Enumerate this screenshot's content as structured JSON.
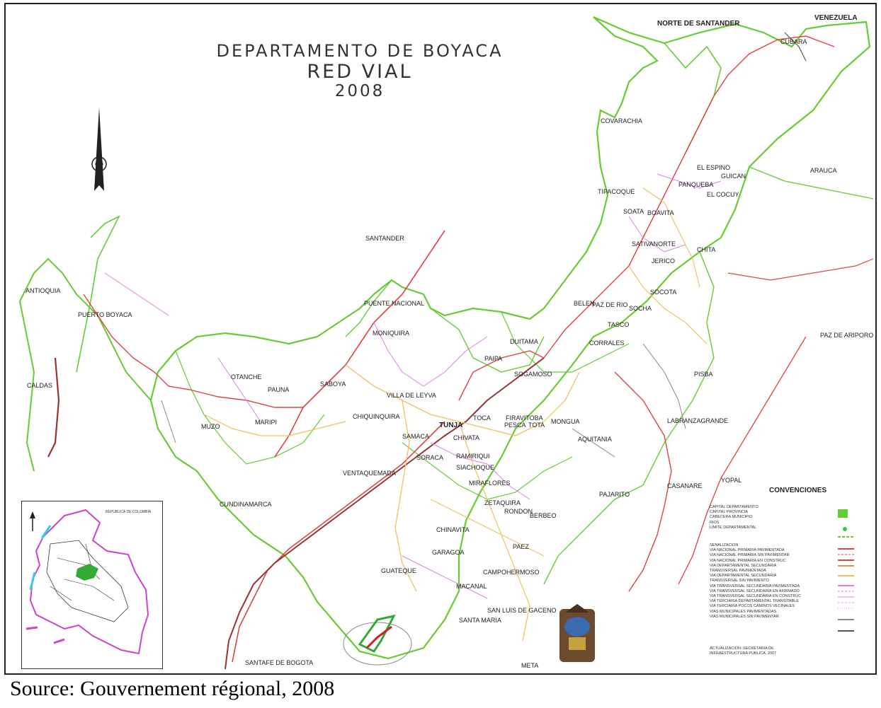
{
  "title": {
    "line1": "DEPARTAMENTO DE BOYACA",
    "line2": "RED VIAL",
    "line3": "2008"
  },
  "neighbors": {
    "north_santander": "NORTE DE SANTANDER",
    "venezuela": "VENEZUELA",
    "santander": "SANTANDER",
    "arauca": "ARAUCA",
    "antioquia": "ANTIOQUIA",
    "caldas": "CALDAS",
    "cundinamarca": "CUNDINAMARCA",
    "casanare": "CASANARE",
    "santafe": "SANTAFE DE BOGOTA",
    "meta": "META",
    "paz_ariporo": "PAZ DE ARIPORO",
    "yopal": "YOPAL"
  },
  "towns": {
    "cubara": "CUBARA",
    "guican": "GUICAN",
    "cocuy": "EL COCUY",
    "espino": "EL ESPINO",
    "panqueba": "PANQUEBA",
    "chita": "CHITA",
    "socota": "SOCOTA",
    "soata": "SOATA",
    "boavita": "BOAVITA",
    "covarachia": "COVARACHIA",
    "tipacoque": "TIPACOQUE",
    "jerico": "JERICO",
    "sativanorte": "SATIVANORTE",
    "belen": "BELEN",
    "paz_rio": "PAZ DE RIO",
    "socha": "SOCHA",
    "tasco": "TASCO",
    "corrales": "CORRALES",
    "duitama": "DUITAMA",
    "sogamoso": "SOGAMOSO",
    "paipa": "PAIPA",
    "tunja": "TUNJA",
    "chiquinquira": "CHIQUINQUIRA",
    "moniquira": "MONIQUIRA",
    "villa_leyva": "VILLA DE LEYVA",
    "ramiriqui": "RAMIRIQUI",
    "miraflores": "MIRAFLORES",
    "garagoa": "GARAGOA",
    "guateque": "GUATEQUE",
    "chinavita": "CHINAVITA",
    "macanal": "MACANAL",
    "santa_maria": "SANTA MARIA",
    "san_luis": "SAN LUIS DE GACENO",
    "campohermoso": "CAMPOHERMOSO",
    "paez": "PAEZ",
    "pajarito": "PAJARITO",
    "labranzagrande": "LABRANZAGRANDE",
    "pisba": "PISBA",
    "aquitania": "AQUITANIA",
    "otanche": "OTANCHE",
    "pauna": "PAUNA",
    "maripi": "MARIPI",
    "muzo": "MUZO",
    "puerto_boyaca": "PUERTO BOYACA",
    "saboya": "SABOYA",
    "puente_nacional": "PUENTE NACIONAL",
    "ventaquemada": "VENTAQUEMADA",
    "samaca": "SAMACA",
    "toca": "TOCA",
    "firavitoba": "FIRAVITOBA",
    "mongua": "MONGUA",
    "tota": "TOTA",
    "pesca": "PESCA",
    "zetaquira": "ZETAQUIRA",
    "berbeo": "BERBEO",
    "rondon": "RONDON",
    "chivata": "CHIVATA",
    "siachoque": "SIACHOQUE",
    "soraca": "SORACA"
  },
  "legend": {
    "title": "CONVENCIONES",
    "symbols": [
      "CAPITAL DEPARTAMENTO",
      "CAPITAL PROVINCIA",
      "CABECERA MUNICIPIO",
      "RIOS",
      "LIMITE DEPARTAMENTAL"
    ],
    "roads": [
      "SEÑALIZACION",
      "VIA NACIONAL PRIMARIA PAVIMENTADA",
      "VIA NACIONAL PRIMARIA SIN PAVIMENTAR",
      "VIA NACIONAL PRIMARIA EN CONSTRUC",
      "VIA DEPARTAMENTAL SECUNDARIA",
      "TRANSVERSAL PAVIMENTADA",
      "VIA DEPARTAMENTAL SECUNDARIA",
      "TRANSVERSAL SIN PAVIMENTO",
      "VIA TRANSVERSAL SECUNDARIA PAVIMENTADA",
      "VIA TRANSVERSAL SECUNDARIA EN AFIRMADO",
      "VIA TRANSVERSAL SECUNDARIA EN CONSTRUC",
      "VIA TERCIARIA DEPARTAMENTAL TRANSITABLE",
      "VIA TERCIARIA POCOS CAMINOS VECINALES",
      "VIAS MUNICIPALES PAVIMENTADAS",
      "VIAS MUNICIPALES SIN PAVIMENTAR"
    ],
    "note": "ACTUALIZACION: SECRETARIA DE INFRAESTRUCTURA PUBLICA, 2007"
  },
  "inset": {
    "caption": "REPUBLICA DE COLOMBIA"
  },
  "source": "Source: Gouvernement régional, 2008",
  "colors": {
    "boundary": "#66cc33",
    "primary_road": "#dd4444",
    "trunk_road": "#993333",
    "secondary_road": "#f0c060",
    "tertiary_road": "#e080e0",
    "municipal": "#888888",
    "town_marker": "#33cc33"
  }
}
